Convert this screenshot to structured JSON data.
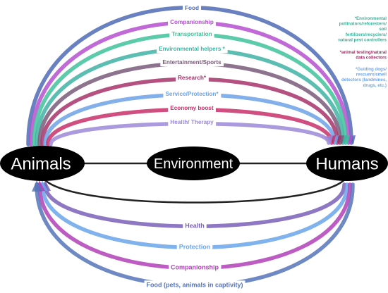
{
  "nodes": {
    "animals": "Animals",
    "environment": "Environment",
    "humans": "Humans"
  },
  "top_arcs": [
    {
      "label": "Food",
      "color": "#4f6bb5"
    },
    {
      "label": "Companionship",
      "color": "#b54fd0"
    },
    {
      "label": "Transportation",
      "color": "#3fc29a"
    },
    {
      "label": "Environmental helpers *",
      "color": "#3fb3a4"
    },
    {
      "label": "Entertainment/Sports",
      "color": "#7a5a7a"
    },
    {
      "label": "Research*",
      "color": "#a8336a"
    },
    {
      "label": "Service/Protection*",
      "color": "#6da2e8"
    },
    {
      "label": "Economy boost",
      "color": "#c8306a"
    },
    {
      "label": "Health/ Therapy",
      "color": "#9c8ad8"
    }
  ],
  "bottom_arcs": [
    {
      "label": "Health",
      "color": "#7a5fb8"
    },
    {
      "label": "Protection",
      "color": "#6aa6ea"
    },
    {
      "label": "Companionship",
      "color": "#b13fb8"
    },
    {
      "label": "Food (pets, animals in captivity)",
      "color": "#5574b8"
    }
  ],
  "notes": [
    {
      "lines": [
        "*Environmental",
        "pollinators/reforesters/",
        "soil",
        "fertilizers/recyclers/",
        "natural pest controllers"
      ],
      "color": "#36b09a"
    },
    {
      "lines": [
        "*animal testing/natural",
        "data collectors"
      ],
      "color": "#9a2f64"
    },
    {
      "lines": [
        "*Guiding dogs/",
        "rescuers/smell",
        "detectors (landmines,",
        "drugs, etc.)"
      ],
      "color": "#6ea4e4"
    }
  ]
}
